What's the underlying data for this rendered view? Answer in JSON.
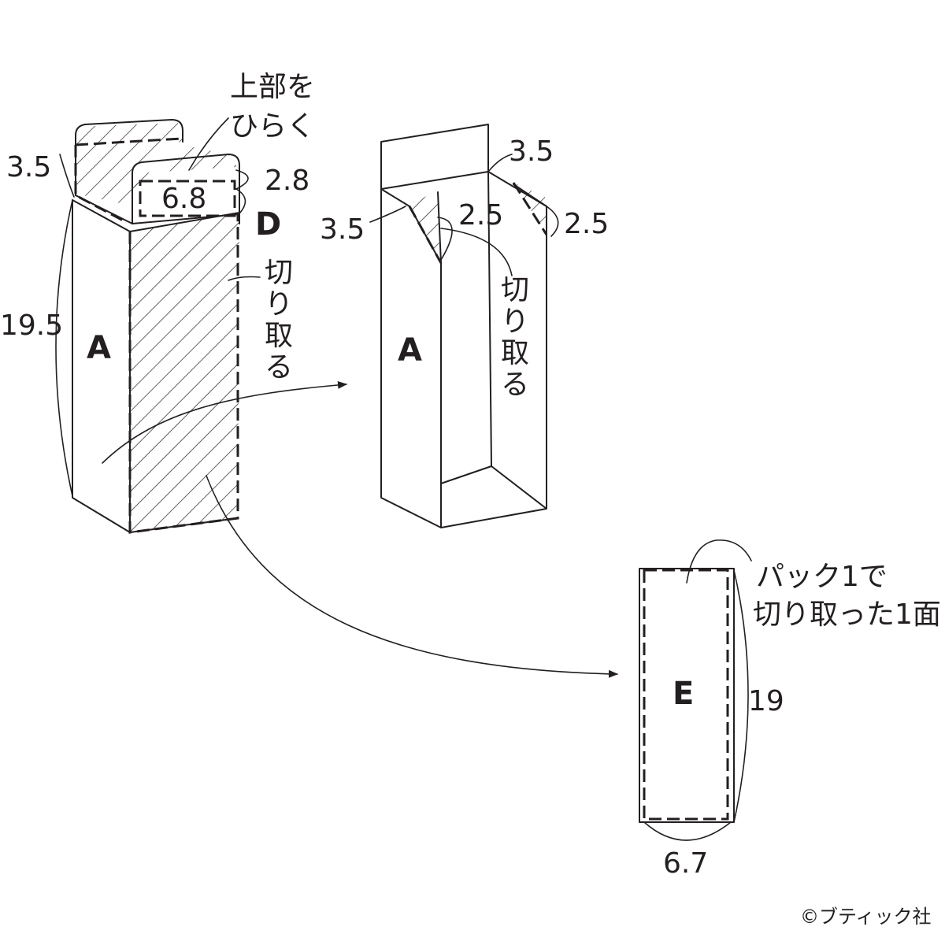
{
  "colors": {
    "line": "#231f20",
    "background": "#ffffff"
  },
  "left_carton": {
    "label": "A",
    "label_d": "D",
    "dim_top_left": "3.5",
    "dim_lid_height": "2.8",
    "dim_lid_width": "6.8",
    "dim_height": "19.5",
    "note_open_top": [
      "上部を",
      "ひらく"
    ],
    "note_cut": [
      "切",
      "り",
      "取",
      "る"
    ]
  },
  "middle_carton": {
    "label": "A",
    "dim_top_right": "3.5",
    "dim_left": "3.5",
    "dim_center": "2.5",
    "dim_right": "2.5",
    "note_cut": [
      "切",
      "り",
      "取",
      "る"
    ]
  },
  "panel_e": {
    "label": "E",
    "dim_height": "19",
    "dim_width": "6.7",
    "note": [
      "パック1で",
      "切り取った1面"
    ]
  },
  "copyright": "©ブティック社"
}
